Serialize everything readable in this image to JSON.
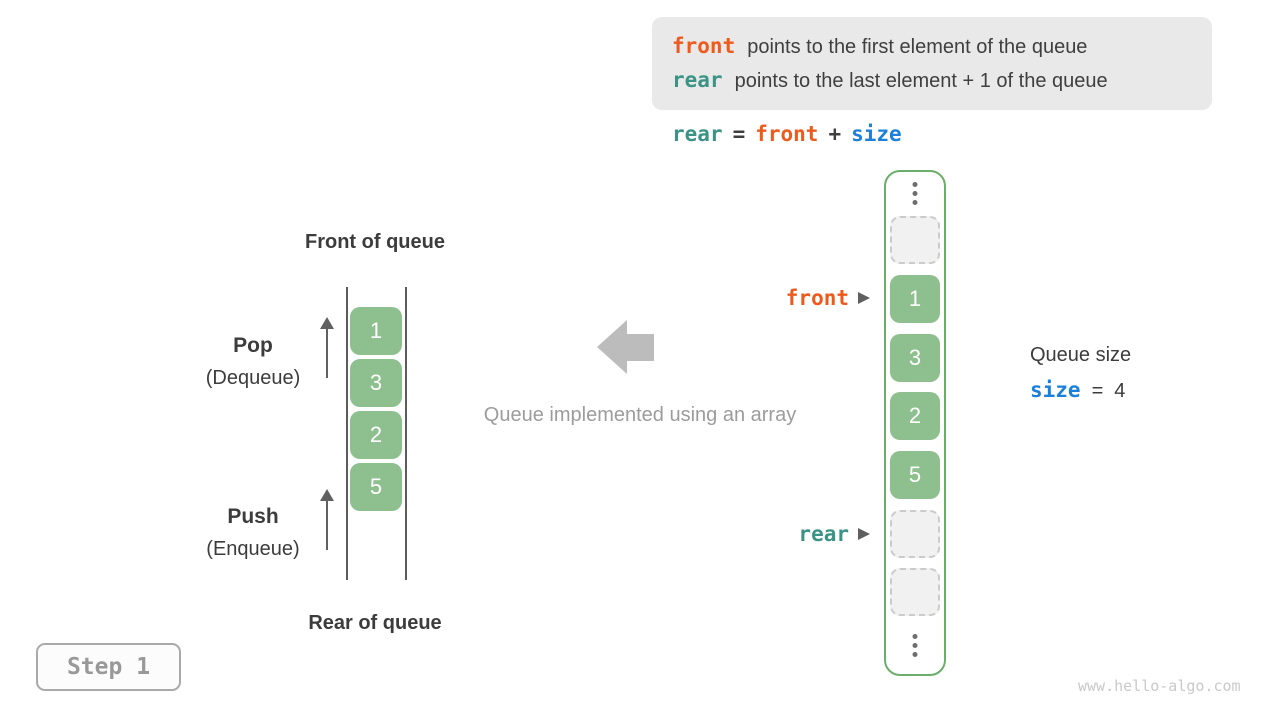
{
  "legend": {
    "line1_keyword": "front",
    "line1_text": "points to the first element of the queue",
    "line2_keyword": "rear",
    "line2_text": "points to the last element + 1 of the queue"
  },
  "formula": {
    "rear": "rear",
    "eq": "=",
    "front": "front",
    "plus": "+",
    "size": "size"
  },
  "left_queue": {
    "front_label": "Front of queue",
    "rear_label": "Rear of queue",
    "pop_label": "Pop",
    "pop_sub": "(Dequeue)",
    "push_label": "Push",
    "push_sub": "(Enqueue)",
    "values": [
      "1",
      "3",
      "2",
      "5"
    ]
  },
  "middle": {
    "caption": "Queue implemented using an array"
  },
  "array": {
    "cells": [
      {
        "type": "empty"
      },
      {
        "type": "value",
        "value": "1"
      },
      {
        "type": "value",
        "value": "3"
      },
      {
        "type": "value",
        "value": "2"
      },
      {
        "type": "value",
        "value": "5"
      },
      {
        "type": "empty"
      },
      {
        "type": "empty"
      }
    ],
    "pointers": {
      "front": "front",
      "rear": "rear"
    }
  },
  "size_panel": {
    "title": "Queue size",
    "keyword": "size",
    "eq": "=",
    "value": "4"
  },
  "step_badge": {
    "label": "Step 1"
  },
  "watermark": "www.hello-algo.com",
  "colors": {
    "front_orange": "#ed5a1c",
    "rear_teal": "#3a9385",
    "size_blue": "#1c80db",
    "cell_green": "#8ebf8e",
    "array_border_green": "#6bae6b",
    "legend_bg": "#e9e9e9",
    "text_dark": "#3c3c3c",
    "caption_gray": "#9c9c9c",
    "block_arrow_gray": "#bcbcbc",
    "watermark_gray": "#c9c9c9"
  }
}
